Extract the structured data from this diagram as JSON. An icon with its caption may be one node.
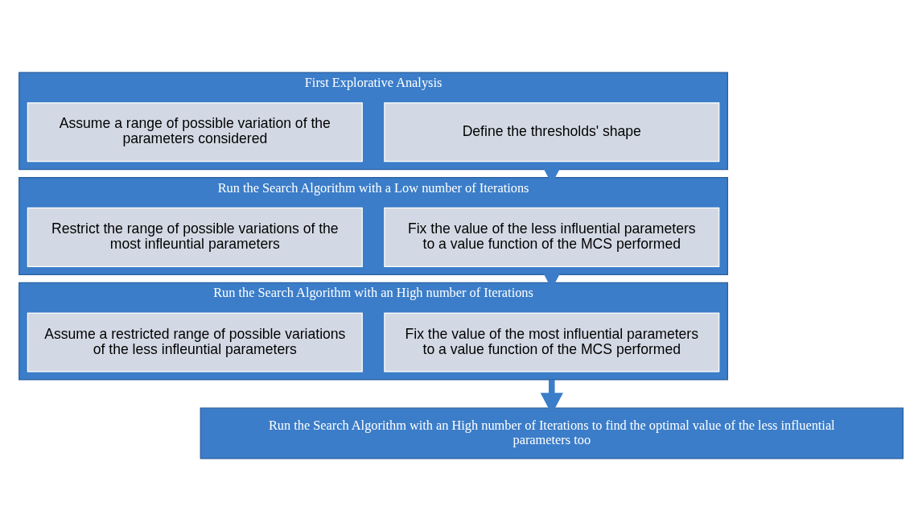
{
  "diagram": {
    "nodes": [
      {
        "text": [
          "First Explorative Analysis"
        ]
      },
      {
        "text": [
          "Define the thresholds' shape"
        ],
        "in": 0
      },
      {
        "text": [
          "Assume a range of possible variation of the parameters considered"
        ],
        "in": 0
      },
      {
        "text": [
          "Run the Search Algorithm with a Low number of Iterations"
        ]
      },
      {
        "text": [
          "Fix the value of the less influential parameters to a value function of the MCS performed"
        ],
        "in": 3
      },
      {
        "text": [
          "Restrict the range of possible variations of the most infleuntial parameters"
        ],
        "in": 3
      },
      {
        "text": [
          "Run the Search Algorithm with an High number of Iterations"
        ]
      },
      {
        "text": [
          "Fix the value of the most influential parameters to a value function of the MCS performed"
        ],
        "in": 6
      },
      {
        "text": [
          "Assume a restricted range of possible variations of the less infleuntial parameters"
        ],
        "in": 6
      },
      {
        "text": [
          "Run the Search Algorithm with an High number of Iterations to find the optimal value of the less influential parameters too"
        ]
      }
    ],
    "edges": [
      {
        "from": 0,
        "to": 3,
        "arrow": "to"
      },
      {
        "from": 3,
        "to": 6,
        "arrow": "to"
      },
      {
        "from": 6,
        "to": 9,
        "arrow": "to"
      }
    ]
  }
}
